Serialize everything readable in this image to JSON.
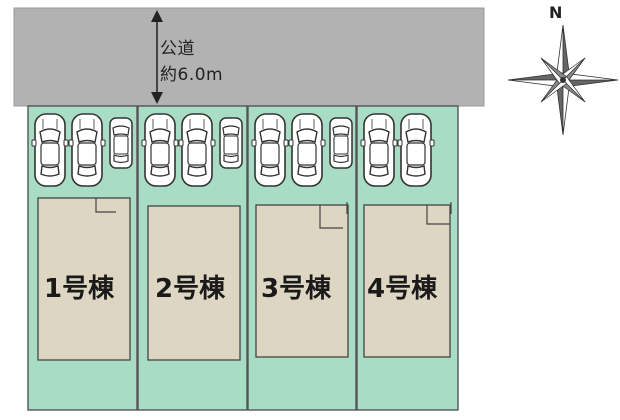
{
  "road": {
    "label_line1": "公道",
    "label_line2": "約6.0m"
  },
  "compass": {
    "north_label": "N",
    "icon": "compass-rose-icon"
  },
  "lots": [
    {
      "building_label": "1号棟",
      "cars": 2,
      "small_cars": 1
    },
    {
      "building_label": "2号棟",
      "cars": 2,
      "small_cars": 1
    },
    {
      "building_label": "3号棟",
      "cars": 2,
      "small_cars": 1
    },
    {
      "building_label": "4号棟",
      "cars": 2,
      "small_cars": 0
    }
  ],
  "colors": {
    "road": "#b2b2b2",
    "lot": "#a9dcc4",
    "building": "#ddd6c2",
    "outline": "#333333"
  }
}
